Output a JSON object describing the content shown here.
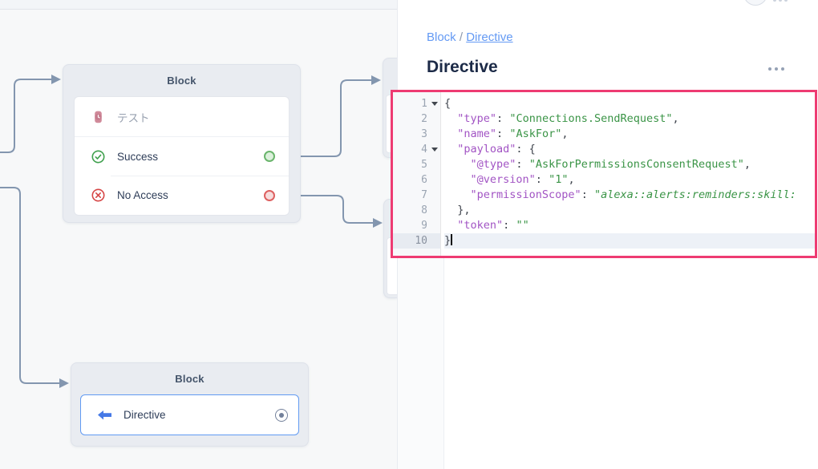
{
  "canvas": {
    "blocks": [
      {
        "title": "Block",
        "items": [
          {
            "label": "テスト",
            "icon": "watch-icon"
          },
          {
            "label": "Success",
            "icon": "check-circle-icon",
            "port": "green"
          },
          {
            "label": "No Access",
            "icon": "x-circle-icon",
            "port": "red"
          }
        ]
      },
      {
        "title": "Block",
        "items": [
          {
            "label": "Directive",
            "icon": "arrow-left-icon",
            "port": "target"
          }
        ]
      }
    ]
  },
  "panel": {
    "breadcrumb": {
      "items": [
        "Block",
        "Directive"
      ],
      "separator": "/"
    },
    "title": "Directive",
    "menu_icon": "ellipsis-icon",
    "editor": {
      "language": "json",
      "active_line": 10,
      "fold_lines": [
        1,
        4
      ],
      "lines": [
        [
          [
            "{",
            "p"
          ]
        ],
        [
          [
            "  ",
            "p"
          ],
          [
            "\"type\"",
            "k"
          ],
          [
            ": ",
            "p"
          ],
          [
            "\"Connections.SendRequest\"",
            "s"
          ],
          [
            ",",
            "p"
          ]
        ],
        [
          [
            "  ",
            "p"
          ],
          [
            "\"name\"",
            "k"
          ],
          [
            ": ",
            "p"
          ],
          [
            "\"AskFor\"",
            "s"
          ],
          [
            ",",
            "p"
          ]
        ],
        [
          [
            "  ",
            "p"
          ],
          [
            "\"payload\"",
            "k"
          ],
          [
            ": {",
            "p"
          ]
        ],
        [
          [
            "    ",
            "p"
          ],
          [
            "\"@type\"",
            "k"
          ],
          [
            ": ",
            "p"
          ],
          [
            "\"AskForPermissionsConsentRequest\"",
            "s"
          ],
          [
            ",",
            "p"
          ]
        ],
        [
          [
            "    ",
            "p"
          ],
          [
            "\"@version\"",
            "k"
          ],
          [
            ": ",
            "p"
          ],
          [
            "\"1\"",
            "s"
          ],
          [
            ",",
            "p"
          ]
        ],
        [
          [
            "    ",
            "p"
          ],
          [
            "\"permissionScope\"",
            "k"
          ],
          [
            ": ",
            "p"
          ],
          [
            "\"alexa::alerts:reminders:skill:",
            "si"
          ]
        ],
        [
          [
            "  },",
            "p"
          ]
        ],
        [
          [
            "  ",
            "p"
          ],
          [
            "\"token\"",
            "k"
          ],
          [
            ": ",
            "p"
          ],
          [
            "\"\"",
            "s"
          ]
        ],
        [
          [
            "}",
            "p"
          ]
        ]
      ]
    }
  },
  "colors": {
    "editor_focus_border": "#ee3b72",
    "edge": "#8396af",
    "json_key": "#a254c4",
    "json_string": "#3a9446",
    "success": "#3fa04d",
    "error": "#d64545",
    "link": "#649af4",
    "selected_border": "#619af2"
  }
}
